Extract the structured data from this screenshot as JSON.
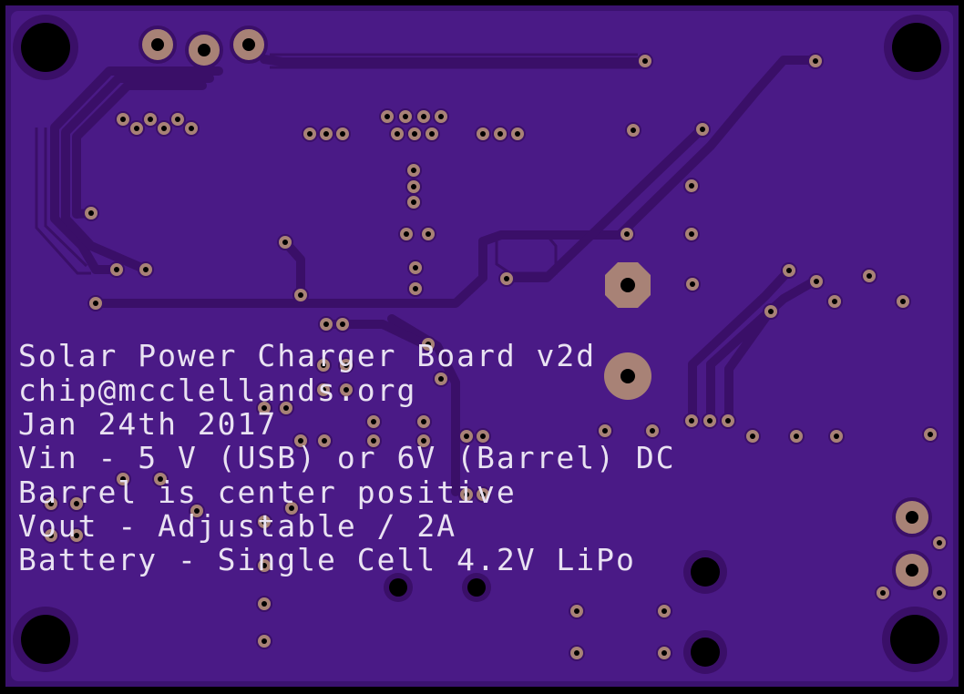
{
  "board": {
    "colors": {
      "outline": "#000000",
      "board": "#3c1470",
      "copper_plane": "#4a1a86",
      "trace": "#3a0f68",
      "pad": "#a88276",
      "hole": "#000000",
      "silkscreen": "#e9e2f2"
    }
  },
  "silkscreen": {
    "lines": [
      "Solar Power Charger Board v2d",
      "chip@mcclellands.org",
      "Jan 24th 2017",
      "Vin - 5 V (USB) or 6V (Barrel) DC",
      "Barrel is center positive",
      "Vout - Adjustable / 2A",
      "Battery - Single Cell 4.2V LiPo"
    ]
  }
}
